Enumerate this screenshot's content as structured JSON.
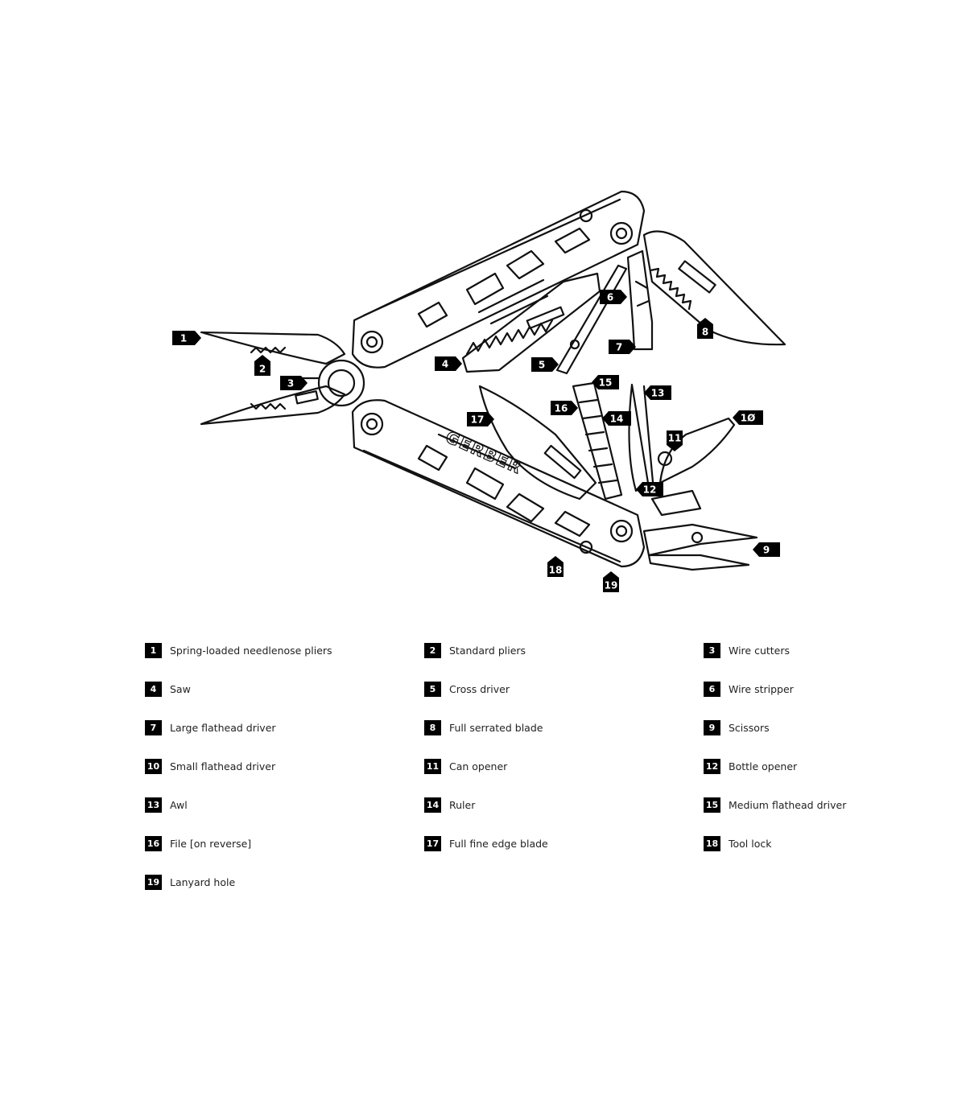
{
  "diagram": {
    "brand_text": "GERBER",
    "callouts": [
      {
        "id": "1",
        "label": "1"
      },
      {
        "id": "2",
        "label": "2"
      },
      {
        "id": "3",
        "label": "3"
      },
      {
        "id": "4",
        "label": "4"
      },
      {
        "id": "5",
        "label": "5"
      },
      {
        "id": "6",
        "label": "6"
      },
      {
        "id": "7",
        "label": "7"
      },
      {
        "id": "8",
        "label": "8"
      },
      {
        "id": "9",
        "label": "9"
      },
      {
        "id": "10",
        "label": "1Ø"
      },
      {
        "id": "11",
        "label": "11"
      },
      {
        "id": "12",
        "label": "12"
      },
      {
        "id": "13",
        "label": "13"
      },
      {
        "id": "14",
        "label": "14"
      },
      {
        "id": "15",
        "label": "15"
      },
      {
        "id": "16",
        "label": "16"
      },
      {
        "id": "17",
        "label": "17"
      },
      {
        "id": "18",
        "label": "18"
      },
      {
        "id": "19",
        "label": "19"
      }
    ]
  },
  "legend": [
    {
      "num": "1",
      "text": "Spring-loaded needlenose pliers"
    },
    {
      "num": "2",
      "text": "Standard pliers"
    },
    {
      "num": "3",
      "text": "Wire cutters"
    },
    {
      "num": "4",
      "text": "Saw"
    },
    {
      "num": "5",
      "text": "Cross driver"
    },
    {
      "num": "6",
      "text": "Wire stripper"
    },
    {
      "num": "7",
      "text": "Large flathead driver"
    },
    {
      "num": "8",
      "text": "Full serrated blade"
    },
    {
      "num": "9",
      "text": "Scissors"
    },
    {
      "num": "10",
      "text": "Small flathead driver"
    },
    {
      "num": "11",
      "text": "Can opener"
    },
    {
      "num": "12",
      "text": "Bottle opener"
    },
    {
      "num": "13",
      "text": "Awl"
    },
    {
      "num": "14",
      "text": "Ruler"
    },
    {
      "num": "15",
      "text": "Medium flathead driver"
    },
    {
      "num": "16",
      "text": "File [on reverse]"
    },
    {
      "num": "17",
      "text": "Full fine edge blade"
    },
    {
      "num": "18",
      "text": "Tool lock"
    },
    {
      "num": "19",
      "text": "Lanyard hole"
    }
  ],
  "colors": {
    "ink": "#000000",
    "background": "#ffffff",
    "badge_text": "#ffffff"
  }
}
